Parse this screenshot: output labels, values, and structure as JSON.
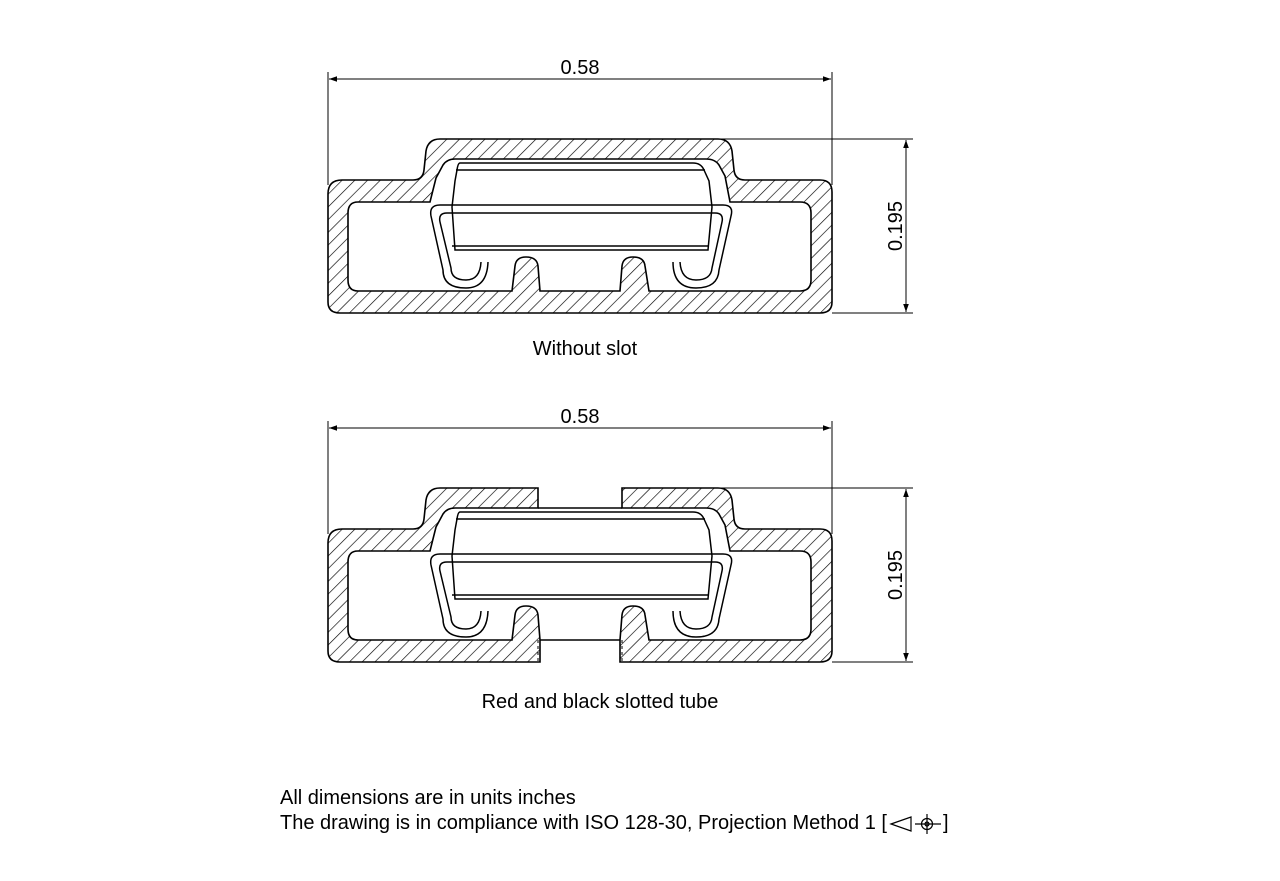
{
  "colors": {
    "line": "#000000",
    "background": "#ffffff"
  },
  "views": [
    {
      "id": "without-slot",
      "caption": "Without slot",
      "width_dim": "0.58",
      "height_dim": "0.195",
      "slotted": false
    },
    {
      "id": "slotted",
      "caption": "Red and black slotted tube",
      "width_dim": "0.58",
      "height_dim": "0.195",
      "slotted": true
    }
  ],
  "notes": {
    "units": "All dimensions are in units inches",
    "compliance_prefix": "The drawing is in compliance with ISO 128-30, Projection Method 1 [",
    "compliance_suffix": "]",
    "projection_symbol": "first-angle-projection-icon"
  }
}
